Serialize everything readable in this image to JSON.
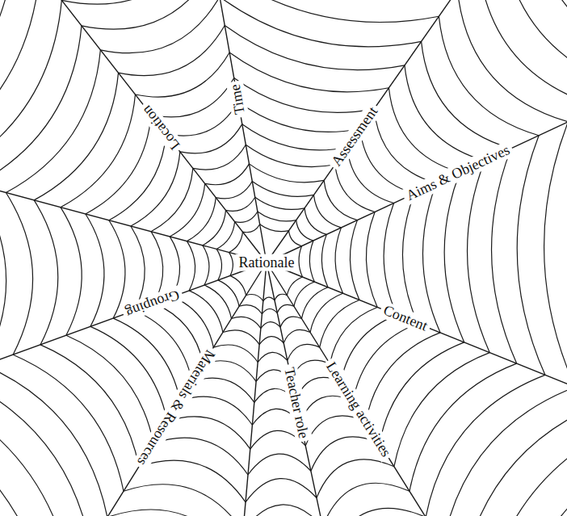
{
  "diagram": {
    "labels": [
      "Rationale",
      "Time",
      "Assessment",
      "Aims & Objectives",
      "Content",
      "Learning activities",
      "Teacher role",
      "Materials & Resources",
      "Grouping",
      "Location"
    ]
  }
}
